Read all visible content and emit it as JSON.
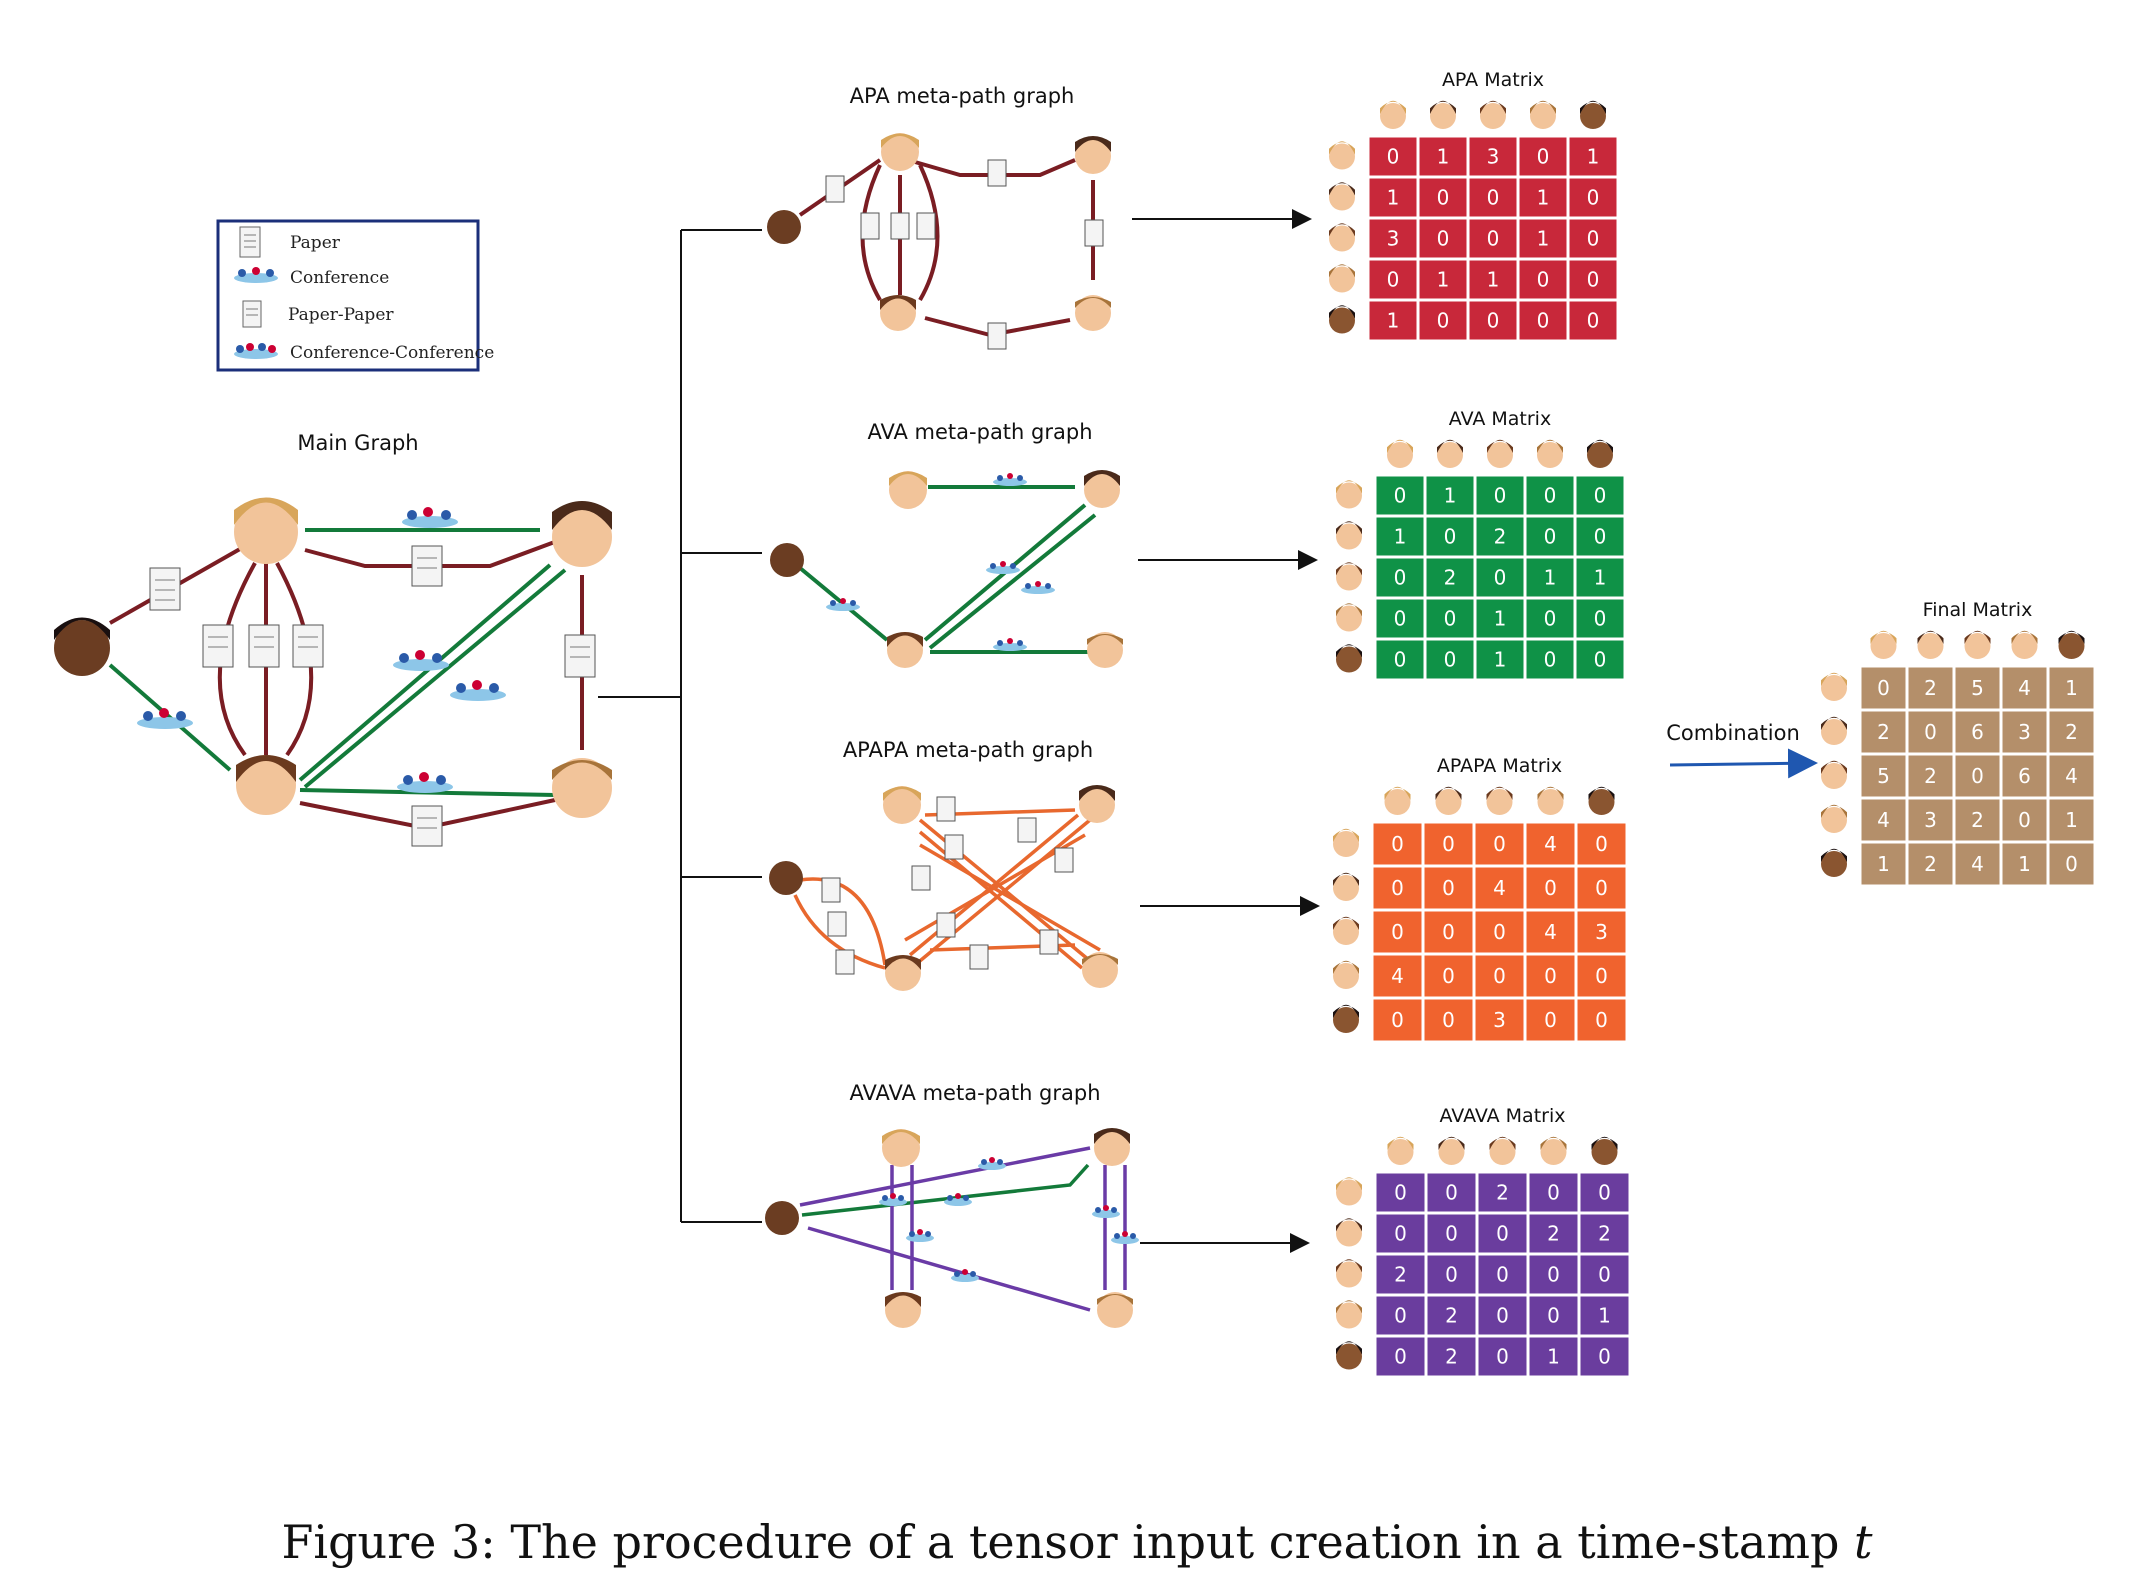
{
  "legend": {
    "items": [
      {
        "label": "Paper",
        "icon": "paper-icon"
      },
      {
        "label": "Conference",
        "icon": "conference-icon"
      },
      {
        "label": "Paper-Paper",
        "icon": "paper-paper-icon"
      },
      {
        "label": "Conference-Conference",
        "icon": "conference-conference-icon"
      }
    ]
  },
  "main_graph": {
    "title": "Main Graph"
  },
  "meta_graphs": [
    {
      "title": "APA meta-path graph"
    },
    {
      "title": "AVA meta-path graph"
    },
    {
      "title": "APAPA meta-path graph"
    },
    {
      "title": "AVAVA meta-path graph"
    }
  ],
  "matrices": [
    {
      "title": "APA Matrix",
      "color": "#c8283a",
      "rows": [
        [
          0,
          1,
          3,
          0,
          1
        ],
        [
          1,
          0,
          0,
          1,
          0
        ],
        [
          3,
          0,
          0,
          1,
          0
        ],
        [
          0,
          1,
          1,
          0,
          0
        ],
        [
          1,
          0,
          0,
          0,
          0
        ]
      ]
    },
    {
      "title": "AVA Matrix",
      "color": "#0f9247",
      "rows": [
        [
          0,
          1,
          0,
          0,
          0
        ],
        [
          1,
          0,
          2,
          0,
          0
        ],
        [
          0,
          2,
          0,
          1,
          1
        ],
        [
          0,
          0,
          1,
          0,
          0
        ],
        [
          0,
          0,
          1,
          0,
          0
        ]
      ]
    },
    {
      "title": "APAPA Matrix",
      "color": "#f0632e",
      "rows": [
        [
          0,
          0,
          0,
          4,
          0
        ],
        [
          0,
          0,
          4,
          0,
          0
        ],
        [
          0,
          0,
          0,
          4,
          3
        ],
        [
          4,
          0,
          0,
          0,
          0
        ],
        [
          0,
          0,
          3,
          0,
          0
        ]
      ]
    },
    {
      "title": "AVAVA Matrix",
      "color": "#6a3d9e",
      "rows": [
        [
          0,
          0,
          2,
          0,
          0
        ],
        [
          0,
          0,
          0,
          2,
          2
        ],
        [
          2,
          0,
          0,
          0,
          0
        ],
        [
          0,
          2,
          0,
          0,
          1
        ],
        [
          0,
          2,
          0,
          1,
          0
        ]
      ]
    }
  ],
  "final_matrix": {
    "title": "Final Matrix",
    "color": "#b48f6a",
    "rows": [
      [
        0,
        2,
        5,
        4,
        1
      ],
      [
        2,
        0,
        6,
        3,
        2
      ],
      [
        5,
        2,
        0,
        6,
        4
      ],
      [
        4,
        3,
        2,
        0,
        1
      ],
      [
        1,
        2,
        4,
        1,
        0
      ]
    ]
  },
  "combination_label": "Combination",
  "caption": {
    "prefix": "Figure 3: The procedure of a tensor input creation in a time-stamp ",
    "variable": "t"
  },
  "colors": {
    "paper_edge": "#7a1d23",
    "conference_edge": "#137a3a",
    "apapa_edge": "#e8682e",
    "avava_edge": "#6a3ba6",
    "arrow": "#111111",
    "combination_arrow": "#1f57b0",
    "legend_border": "#1b2f7a"
  }
}
